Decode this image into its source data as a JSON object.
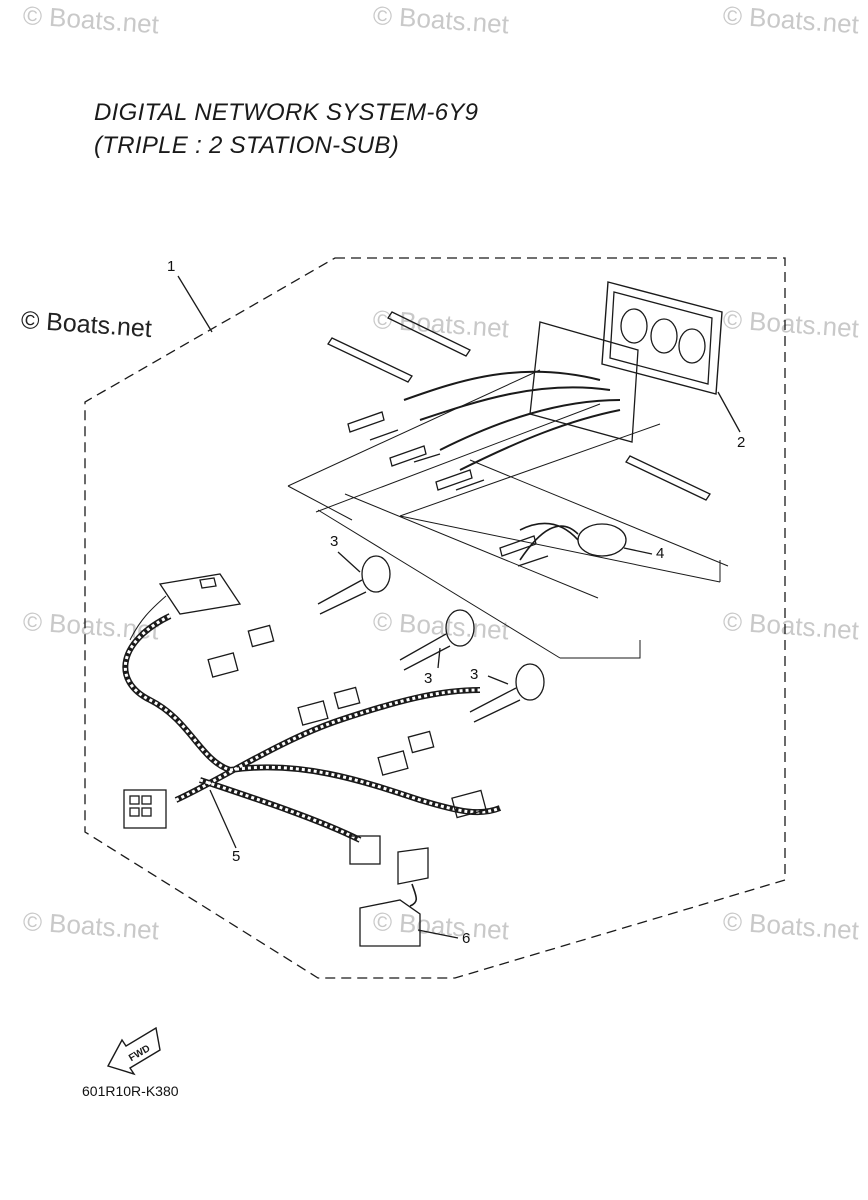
{
  "title": {
    "line1": "DIGITAL NETWORK SYSTEM-6Y9",
    "line2": "(TRIPLE : 2 STATION-SUB)"
  },
  "watermark": {
    "text": "© Boats.net"
  },
  "callouts": {
    "c1": "1",
    "c2": "2",
    "c3a": "3",
    "c3b": "3",
    "c3c": "3",
    "c4": "4",
    "c5": "5",
    "c6": "6"
  },
  "fwd_label": "FWD",
  "reference_code": "601R10R-K380"
}
